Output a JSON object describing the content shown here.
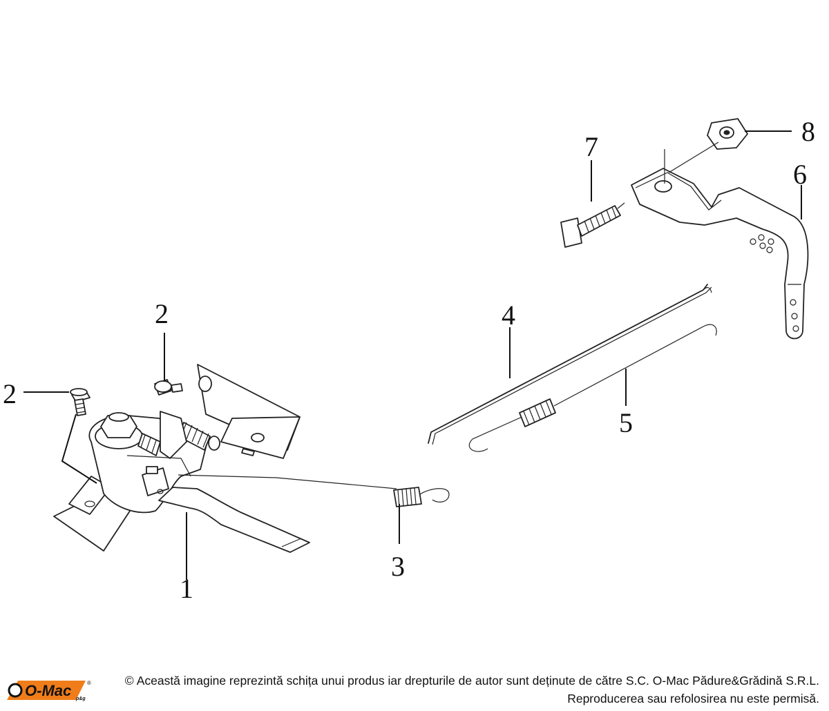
{
  "diagram": {
    "callouts": [
      {
        "id": "1",
        "label": "1"
      },
      {
        "id": "2a",
        "label": "2"
      },
      {
        "id": "2b",
        "label": "2"
      },
      {
        "id": "3",
        "label": "3"
      },
      {
        "id": "4",
        "label": "4"
      },
      {
        "id": "5",
        "label": "5"
      },
      {
        "id": "6",
        "label": "6"
      },
      {
        "id": "7",
        "label": "7"
      },
      {
        "id": "8",
        "label": "8"
      }
    ]
  },
  "footer": {
    "logo_text": "O-Mac",
    "logo_suffix": "p&g",
    "logo_registered": "®",
    "copyright_sign": "©",
    "copyright_line1": "Această imagine reprezintă schița unui produs iar drepturile de autor sunt deținute de către S.C. O-Mac Pădure&Grădină S.R.L.",
    "copyright_line2": "Reproducerea sau refolosirea nu este permisă."
  },
  "colors": {
    "logo_orange": "#f07d1a",
    "ink": "#111111"
  }
}
